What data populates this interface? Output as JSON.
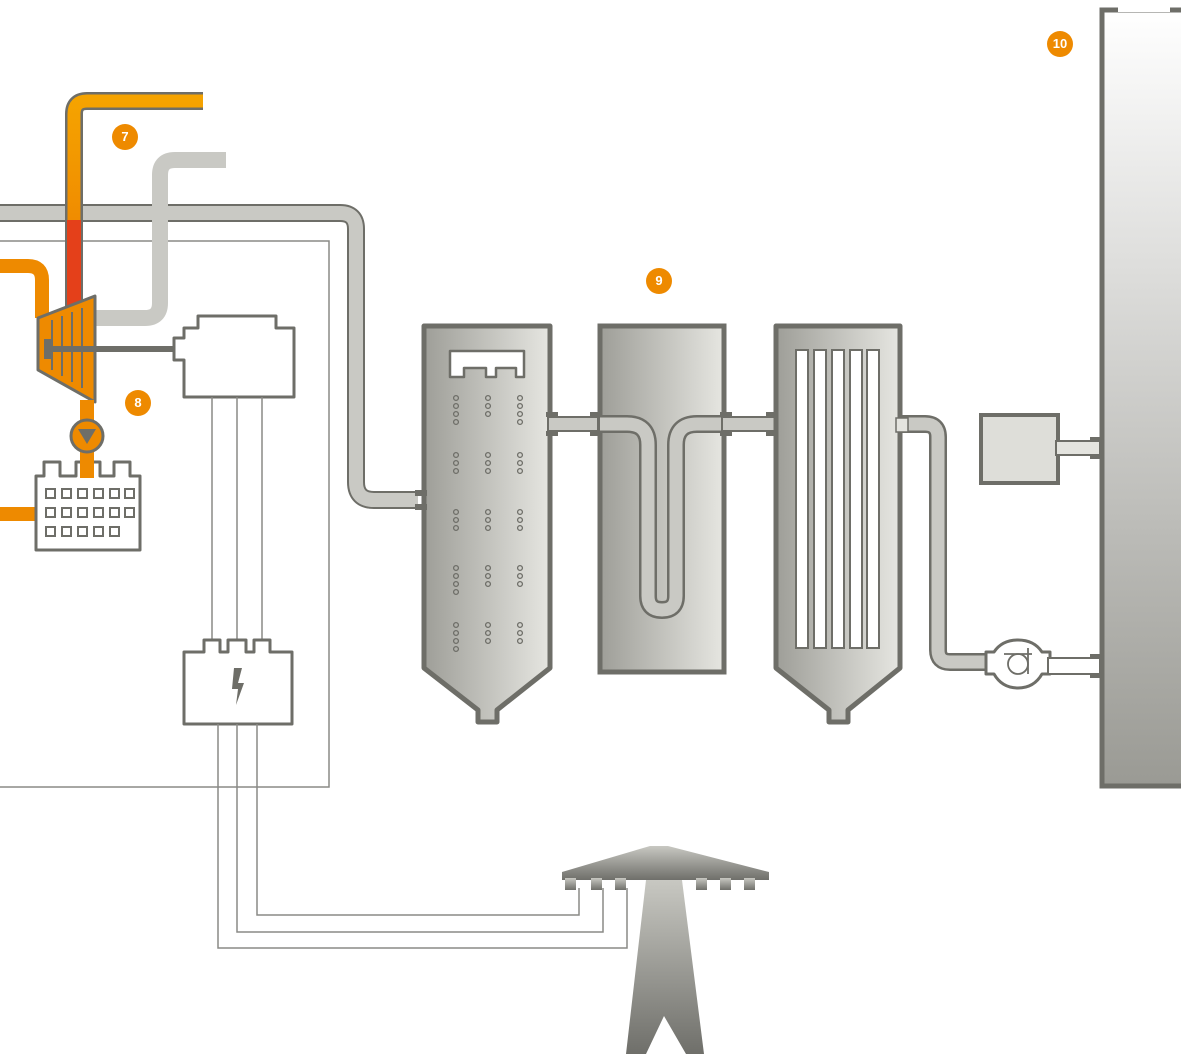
{
  "badges": {
    "b7": "7",
    "b8": "8",
    "b9": "9",
    "b10": "10"
  },
  "colors": {
    "accent_orange": "#ee8a00",
    "steam_orange": "#f5a300",
    "hot_red": "#e4401a",
    "outline_gray": "#6e6e68",
    "pipe_gray": "#c9c9c4",
    "wire_gray": "#8a8a86"
  }
}
